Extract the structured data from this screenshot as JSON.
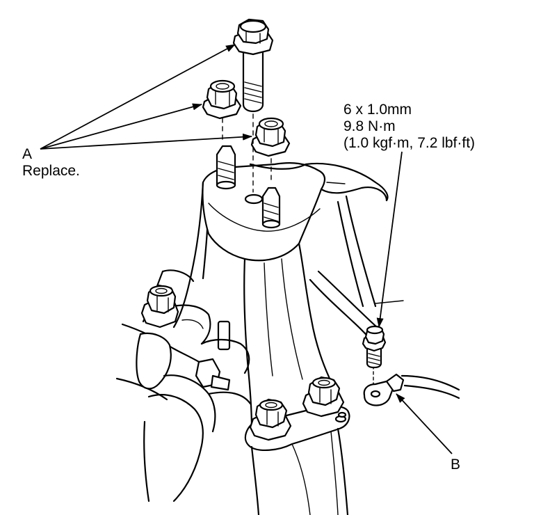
{
  "callouts": {
    "a": {
      "letter": "A",
      "note": "Replace."
    },
    "b": {
      "letter": "B"
    }
  },
  "bolt_spec": {
    "size": "6 x 1.0mm",
    "torque_nm": "9.8 N·m",
    "torque_alt": "(1.0 kgf·m, 7.2 lbf·ft)"
  }
}
